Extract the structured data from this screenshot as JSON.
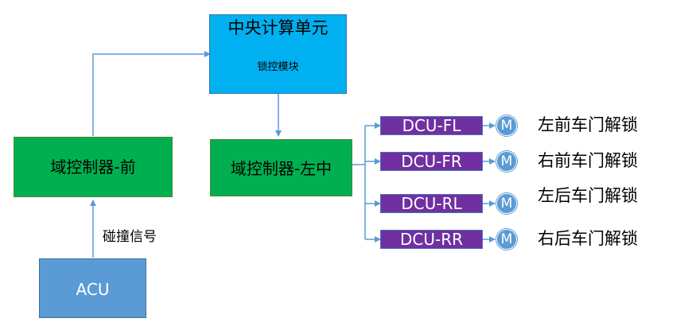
{
  "colors": {
    "central_fill": "#00b0f0",
    "central_border": "#2e75b6",
    "domain_fill": "#00b050",
    "domain_border": "#548235",
    "acu_fill": "#5b9bd5",
    "acu_border": "#41719c",
    "dcu_fill": "#7030a0",
    "dcu_border": "#4472c4",
    "motor_fill": "#5b9bd5",
    "motor_border": "#ffffff",
    "connector": "#5b9bd5"
  },
  "nodes": {
    "central": {
      "title": "中央计算单元",
      "subtitle": "锁控模块"
    },
    "front_domain": {
      "label": "域控制器-前"
    },
    "left_middle_domain": {
      "label": "域控制器-左中"
    },
    "acu": {
      "label": "ACU"
    }
  },
  "edge_labels": {
    "collision_signal": "碰撞信号"
  },
  "doors": [
    {
      "dcu": "DCU-FL",
      "motor": "M",
      "action": "左前车门解锁"
    },
    {
      "dcu": "DCU-FR",
      "motor": "M",
      "action": "右前车门解锁"
    },
    {
      "dcu": "DCU-RL",
      "motor": "M",
      "action": "左后车门解锁"
    },
    {
      "dcu": "DCU-RR",
      "motor": "M",
      "action": "右后车门解锁"
    }
  ]
}
